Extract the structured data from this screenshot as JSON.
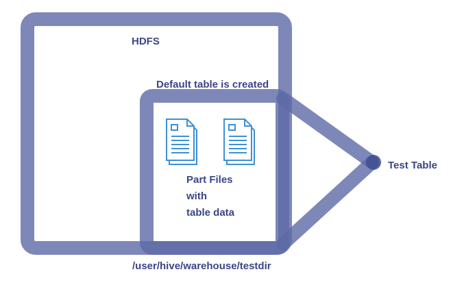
{
  "hdfs_label": "HDFS",
  "default_table_label": "Default table is created",
  "test_table_label": "Test Table",
  "part_files_lines": [
    "Part Files",
    "with",
    "table data"
  ],
  "path_label": "/user/hive/warehouse/testdir",
  "colors": {
    "frame": "#5d6aa6",
    "text": "#3b4488",
    "file_icon": "#3d8fd6",
    "node": "#414d92"
  },
  "icons": [
    "document-icon",
    "document-icon"
  ]
}
